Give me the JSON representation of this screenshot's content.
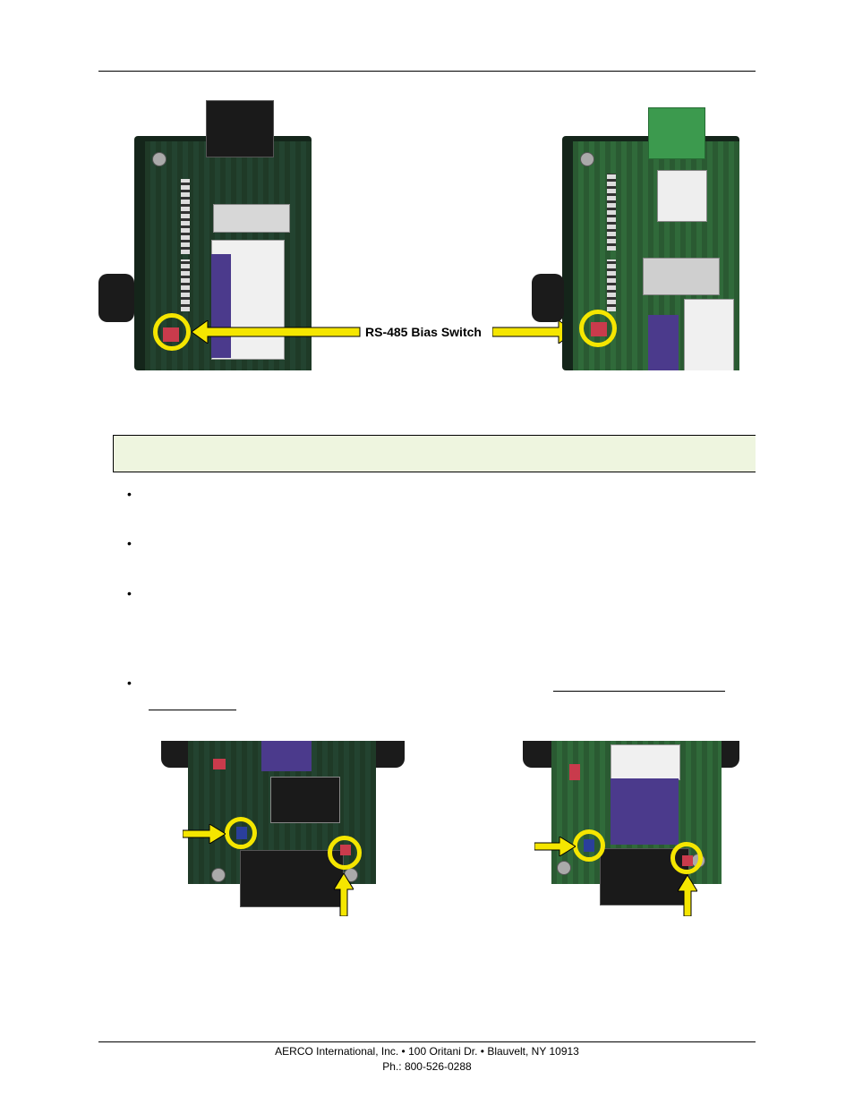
{
  "figure_top": {
    "callout_label": "RS-485 Bias Switch"
  },
  "footer": {
    "address_line": "AERCO International, Inc. • 100 Oritani Dr. •  Blauvelt, NY 10913",
    "phone_line": "Ph.: 800-526-0288"
  },
  "bullets": [
    "•",
    "•",
    "•",
    "•"
  ]
}
